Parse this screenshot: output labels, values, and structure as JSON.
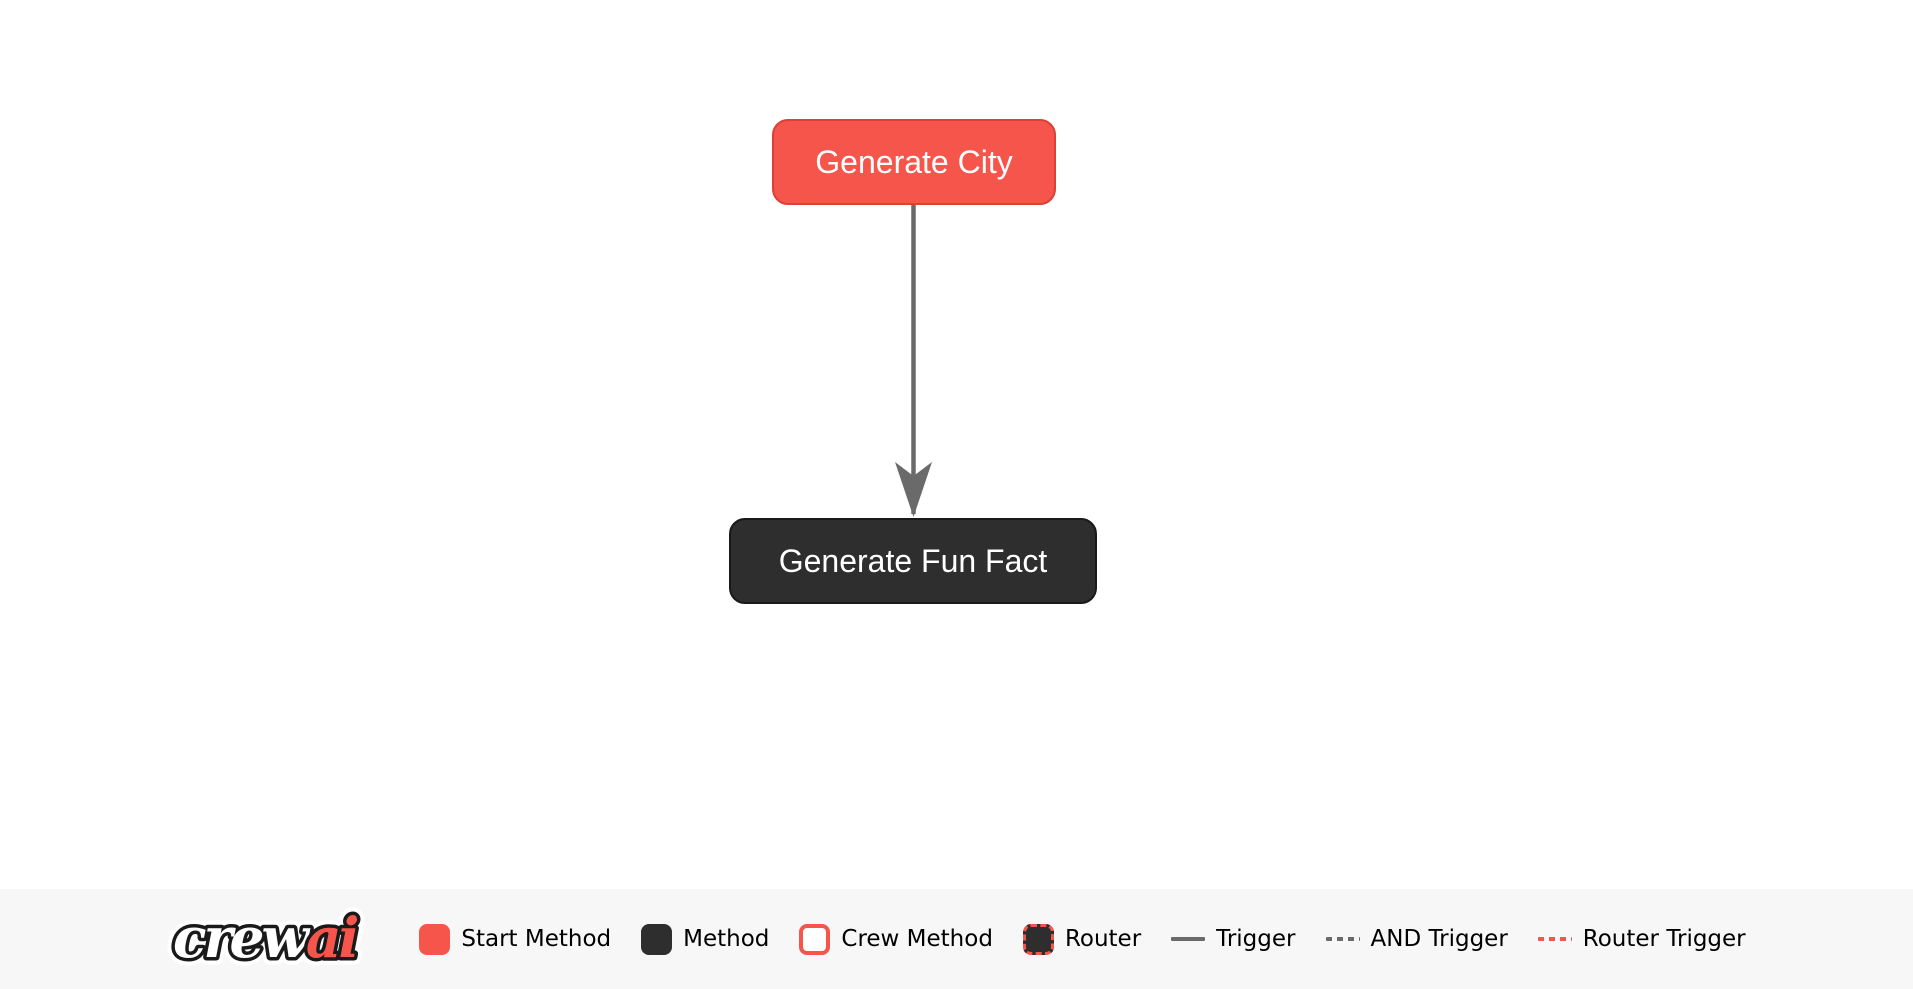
{
  "flow": {
    "nodes": [
      {
        "id": "generate_city",
        "label": "Generate City",
        "type": "start-method",
        "fill": "#F5554A",
        "border": "#DC4036",
        "text_color": "#FFFFFF"
      },
      {
        "id": "generate_fun_fact",
        "label": "Generate Fun Fact",
        "type": "method",
        "fill": "#2E2E2E",
        "border": "#191919",
        "text_color": "#FFFFFF"
      }
    ],
    "edges": [
      {
        "from": "Generate City",
        "to": "Generate Fun Fact",
        "type": "trigger",
        "color": "#6A6A6A",
        "direction": "down"
      }
    ]
  },
  "legend": {
    "logo": {
      "part1": "crew",
      "part2": "ai",
      "part1_color": "#FFFFFF",
      "part2_color": "#F5554A"
    },
    "items": [
      {
        "label": "Start Method",
        "swatch": "start-method-box",
        "color": "#F5554A"
      },
      {
        "label": "Method",
        "swatch": "method-box",
        "color": "#2E2E2E"
      },
      {
        "label": "Crew Method",
        "swatch": "crew-method-box",
        "color": "#F5554A"
      },
      {
        "label": "Router",
        "swatch": "router-box",
        "color": "#2E2E2E"
      },
      {
        "label": "Trigger",
        "swatch": "solid-line",
        "color": "#6A6A6A"
      },
      {
        "label": "AND Trigger",
        "swatch": "dashed-line",
        "color": "#6A6A6A"
      },
      {
        "label": "Router Trigger",
        "swatch": "dashed-line-red",
        "color": "#F5554A"
      }
    ]
  },
  "colors": {
    "start_method": "#F5554A",
    "start_method_border": "#DC4036",
    "method": "#2E2E2E",
    "trigger": "#6A6A6A",
    "router_trigger": "#F5554A",
    "legend_background": "#F7F7F8",
    "canvas_background": "#FFFFFF"
  }
}
